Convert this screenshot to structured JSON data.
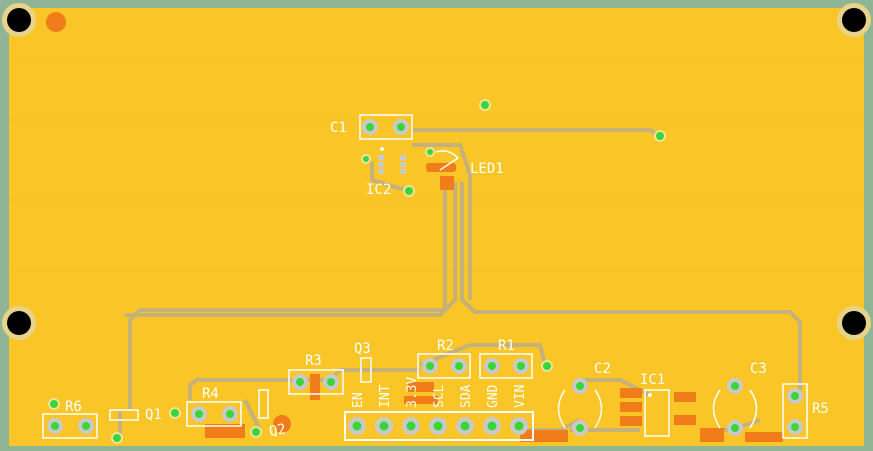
{
  "board": {
    "background_color": "#8fb596",
    "copper_color": "#f9c527",
    "trace_color": "#c4b27a",
    "pad_color": "#c9c9c9",
    "via_color": "#39d63a",
    "smd_pad_color": "#f07c1a",
    "silkscreen_color": "#ffffff",
    "mounting_hole_color": "#000000",
    "fiducial_color": "#f07c1a"
  },
  "labels": {
    "c1": "C1",
    "ic2": "IC2",
    "led1": "LED1",
    "q3": "Q3",
    "r2": "R2",
    "r1": "R1",
    "r3": "R3",
    "r4": "R4",
    "r6": "R6",
    "q1": "Q1",
    "q2": "Q2",
    "c2": "C2",
    "ic1": "IC1",
    "c3": "C3",
    "r5": "R5"
  },
  "header_pins": [
    "EN",
    "INT",
    "3.3V",
    "SCL",
    "SDA",
    "GND",
    "VIN"
  ]
}
